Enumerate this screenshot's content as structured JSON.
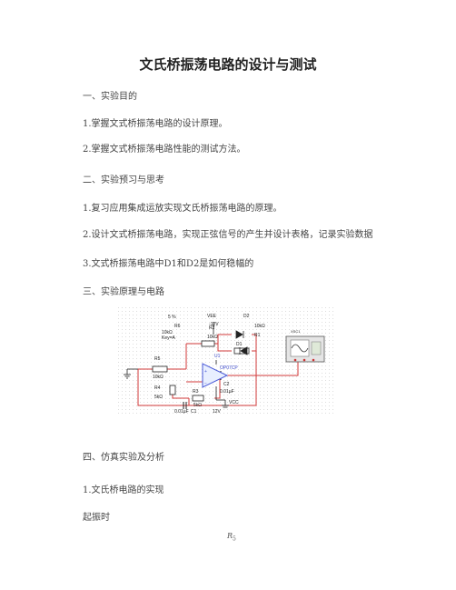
{
  "document": {
    "title": "文氏桥振荡电路的设计与测试",
    "lines": [
      "一、实验目的",
      "1.掌握文式桥振荡电路的设计原理。",
      "2.掌握文式桥振荡电路性能的测试方法。",
      "二、实验预习与思考",
      "1.复习应用集成运放实现文氏桥振荡电路的原理。",
      "2.设计文式桥振荡电路，实现正弦信号的产生并设计表格，记录实验数据",
      "3.文式桥振荡电路中D1和D2是如何稳幅的",
      "三、实验原理与电路",
      "四、仿真实验及分析",
      "1.文氏桥电路的实现",
      "起振时"
    ],
    "formula_symbol": "R",
    "formula_sub": "5"
  },
  "circuit": {
    "labels": {
      "pct": "5 %",
      "vee": "VEE",
      "vee_v": "-12V",
      "d2": "D2",
      "r6": "R6",
      "r6_v": "10kΩ",
      "r6_key": "Key=A",
      "r2": "R2",
      "r2_v": "10kΩ",
      "d1": "D1",
      "r1_v": "10kΩ",
      "r1": "R1",
      "u1": "U1",
      "r5": "R5",
      "r5_v": "10kΩ",
      "opamp": "OP07CP",
      "r3": "R3",
      "r3_v": "5kΩ",
      "c2": "C2",
      "c2_v": "0.01µF",
      "r4": "R4",
      "r4_v": "5kΩ",
      "c1": "C1",
      "c1_v": "0.01µF",
      "vcc": "VCC",
      "vcc_v": "12V",
      "xsc": "XSC1"
    }
  }
}
